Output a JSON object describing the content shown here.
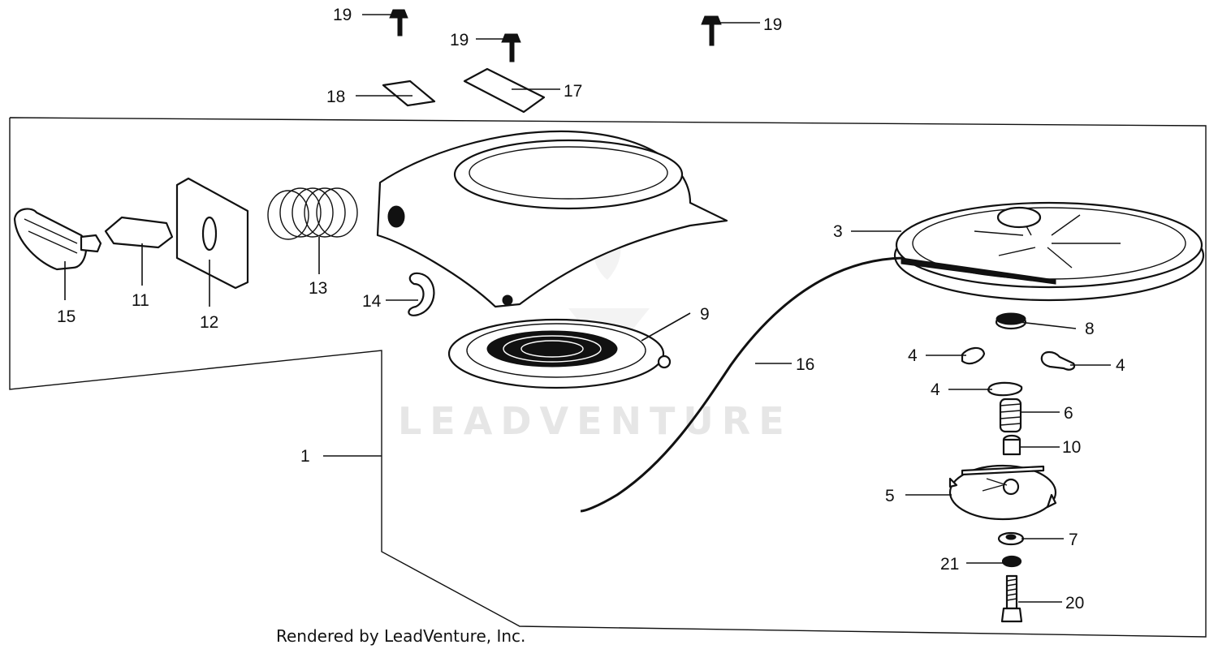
{
  "watermark": "LEADVENTURE",
  "footer_credit": "Rendered by LeadVenture, Inc.",
  "callouts": {
    "c1": "1",
    "c3": "3",
    "c4a": "4",
    "c4b": "4",
    "c4c": "4",
    "c5": "5",
    "c6": "6",
    "c7": "7",
    "c8": "8",
    "c9": "9",
    "c10": "10",
    "c11": "11",
    "c12": "12",
    "c13": "13",
    "c14": "14",
    "c15": "15",
    "c16": "16",
    "c17": "17",
    "c18": "18",
    "c19a": "19",
    "c19b": "19",
    "c19c": "19",
    "c20": "20",
    "c21": "21"
  }
}
